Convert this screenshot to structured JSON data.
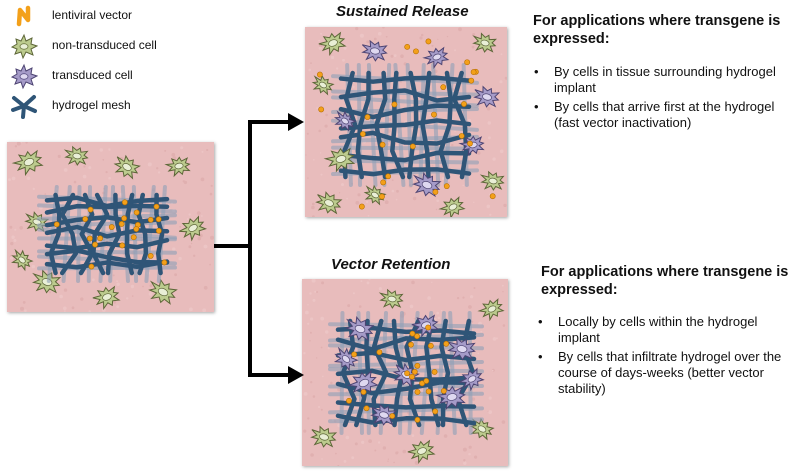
{
  "legend": {
    "items": [
      {
        "icon": "lentiviral-vector-icon",
        "label": "lentiviral vector"
      },
      {
        "icon": "non-transduced-cell-icon",
        "label": "non-transduced cell"
      },
      {
        "icon": "transduced-cell-icon",
        "label": "transduced cell"
      },
      {
        "icon": "hydrogel-mesh-icon",
        "label": "hydrogel mesh"
      }
    ]
  },
  "colors": {
    "tissue": "#e8bcbc",
    "mesh": "#2f5577",
    "mesh_light": "#8fa0b8",
    "vector": "#f3a01a",
    "non_transduced_cell": "#bccb8e",
    "transduced_cell": "#a59bc8",
    "arrow": "#000000"
  },
  "panels": {
    "sustained_release": {
      "title": "Sustained Release",
      "heading": "For applications where transgene is expressed:",
      "bullets": [
        "By cells in tissue surrounding hydrogel implant",
        "By cells that arrive first at the hydrogel (fast vector inactivation)"
      ]
    },
    "vector_retention": {
      "title": "Vector Retention",
      "heading": "For applications where transgene is expressed:",
      "bullets": [
        "Locally by cells within the hydrogel implant",
        "By cells that infiltrate hydrogel over the course of days-weeks (better vector stability)"
      ]
    }
  }
}
